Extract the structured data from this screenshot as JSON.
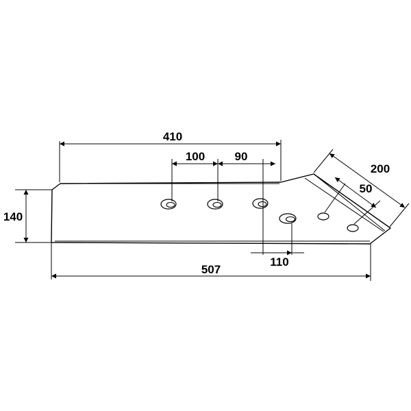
{
  "dimensions": {
    "overall_length": "507",
    "top_length": "410",
    "hole_spacing_1": "100",
    "hole_spacing_2": "90",
    "height": "140",
    "offset": "110",
    "tip_length": "200",
    "tip_hole_spacing": "50"
  }
}
